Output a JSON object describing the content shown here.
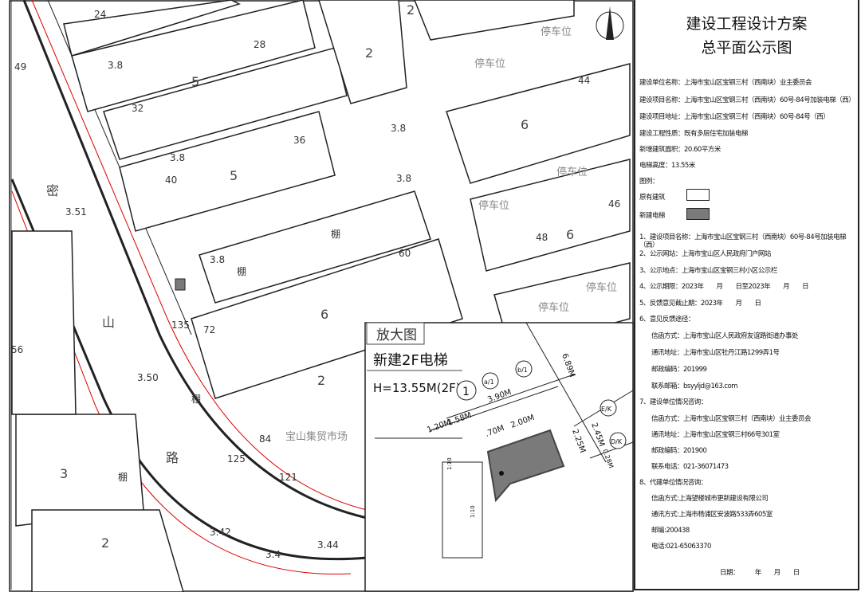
{
  "panel": {
    "title_line1": "建设工程设计方案",
    "title_line2": "总平面公示图",
    "info": [
      "建设单位名称：上海市宝山区宝钢三村（西南块）业主委员会",
      "建设项目名称：上海市宝山区宝钢三村（西南块）60号-84号加装电梯（西）",
      "建设项目地址：上海市宝山区宝钢三村（西南块）60号-84号（西）",
      "建设工程性质：既有多层住宅加装电梯",
      "新增建筑面积：20.60平方米",
      "电梯高度：13.55米"
    ],
    "legend_title": "图例：",
    "legend": [
      {
        "label": "原有建筑",
        "color": "#ffffff"
      },
      {
        "label": "新建电梯",
        "color": "#7a7a7a"
      }
    ],
    "notice": [
      "1、建设项目名称：上海市宝山区宝钢三村（西南块）60号-84号加装电梯（西）",
      "2、公示网站：上海市宝山区人民政府门户网站",
      "3、公示地点：上海市宝山区宝钢三村小区公示栏",
      "4、公示期限：2023年　　月　　日至2023年　　月　　日",
      "5、反馈意见截止期：2023年　　月　　日",
      "6、意见反馈途径："
    ],
    "feedback": [
      "信函方式：上海市宝山区人民政府友谊路街道办事处",
      "通讯地址：上海市宝山区牡丹江路1299弄1号",
      "邮政编码：201999",
      "联系邮箱：bsyyljd@163.com"
    ],
    "builder_title": "7、建设单位情况咨询：",
    "builder": [
      "信函方式：上海市宝山区宝钢三村（西南块）业主委员会",
      "通讯地址：上海市宝山区宝钢三村66号301室",
      "邮政编码：201900",
      "联系电话：021-36071473"
    ],
    "agent_title": "8、代建单位情况咨询：",
    "agent": [
      "信函方式:上海望楼城市更新建设有限公司",
      "通讯方式:上海市杨浦区安波路533弄605室",
      "邮编:200438",
      "电话:021-65063370"
    ],
    "date_line": "日期：　　　年　　月　　日"
  },
  "map": {
    "road_name": [
      "密",
      "山",
      "路"
    ],
    "market": "宝山集贸市场",
    "parking": "停车位",
    "shed": "棚",
    "building_numbers": [
      "24",
      "28",
      "32",
      "36",
      "40",
      "60",
      "72",
      "84",
      "121",
      "125",
      "135",
      "44",
      "46",
      "48",
      "49",
      "56"
    ],
    "block_labels": [
      "5",
      "5",
      "6",
      "6",
      "6",
      "2",
      "2",
      "2",
      "3",
      "2"
    ],
    "elevations": [
      "3.8",
      "3.8",
      "3.8",
      "3.8",
      "3.8",
      "3.51",
      "3.50",
      "3.42",
      "3.44",
      "3.4"
    ]
  },
  "inset": {
    "title": "放大图",
    "label": "新建2F电梯",
    "height": "H=13.55M(2F)",
    "axis_1": "1",
    "axis_a": "a/1",
    "axis_b": "b/1",
    "axis_e": "E/K",
    "axis_d": "D/K",
    "dims": [
      "1.20M",
      "1.58M",
      "3.90M",
      ".70M",
      "2.00M",
      "2.25M",
      "2.45M",
      "0.28M",
      "6.89M",
      "1:10",
      "1:10"
    ]
  }
}
